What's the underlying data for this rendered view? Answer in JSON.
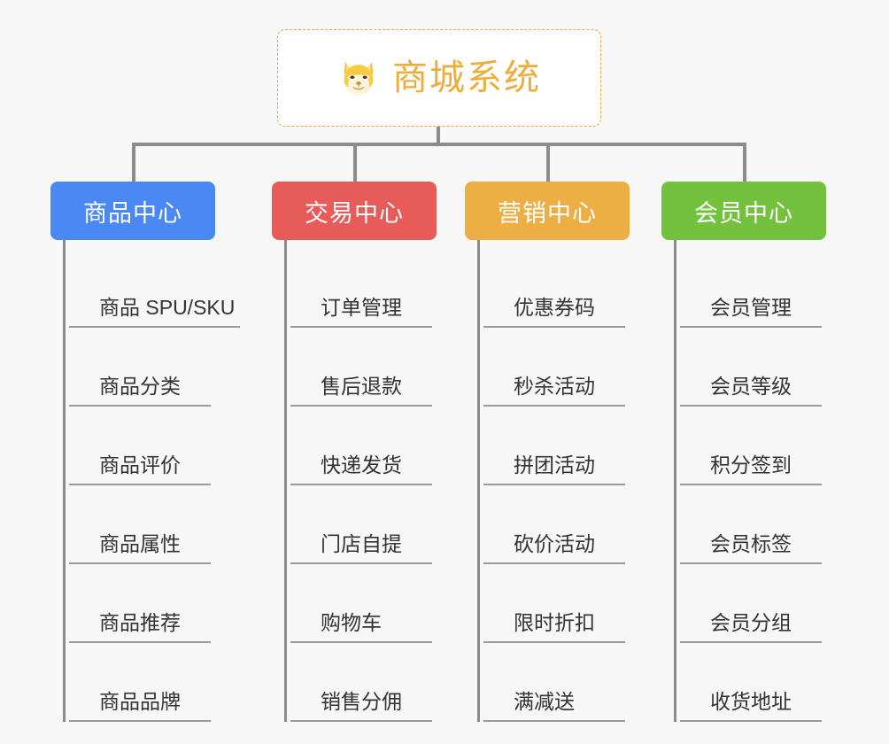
{
  "root": {
    "title": "商城系统",
    "icon": "shiba-dog-face-icon",
    "border_color": "#e8a33d",
    "text_color": "#eead3a"
  },
  "canvas": {
    "background": "#f7f7f7",
    "connector_color": "#8c8c8c"
  },
  "categories": [
    {
      "label": "商品中心",
      "color": "#4a89f3",
      "items": [
        "商品 SPU/SKU",
        "商品分类",
        "商品评价",
        "商品属性",
        "商品推荐",
        "商品品牌"
      ]
    },
    {
      "label": "交易中心",
      "color": "#e75b58",
      "items": [
        "订单管理",
        "售后退款",
        "快递发货",
        "门店自提",
        "购物车",
        "销售分佣"
      ]
    },
    {
      "label": "营销中心",
      "color": "#edae43",
      "items": [
        "优惠券码",
        "秒杀活动",
        "拼团活动",
        "砍价活动",
        "限时折扣",
        "满减送"
      ]
    },
    {
      "label": "会员中心",
      "color": "#74c13e",
      "items": [
        "会员管理",
        "会员等级",
        "积分签到",
        "会员标签",
        "会员分组",
        "收货地址"
      ]
    }
  ]
}
